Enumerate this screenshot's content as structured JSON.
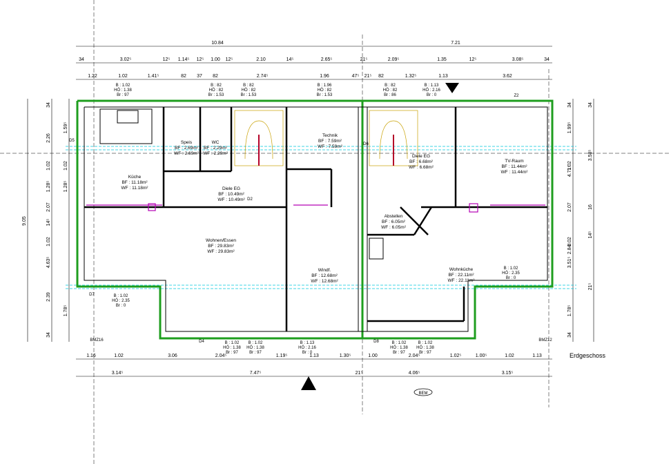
{
  "plan_title": "Erdgeschoss",
  "scale_badge": "BEM",
  "colors": {
    "wall": "#1e9e1e",
    "inner": "#000000",
    "dim": "#000000",
    "aux": "#00c8dc",
    "pipe": "#b400b4",
    "stair": "#c8a000"
  },
  "dims": {
    "top_overall": [
      "10.84",
      "7.21"
    ],
    "top_row2": [
      "34",
      "3.02⁵",
      "12⁵",
      "1.14⁵",
      "12⁵",
      "1.00",
      "12⁵",
      "2.10",
      "14⁵",
      "2.65⁵",
      "21⁵",
      "2.09⁵",
      "1.35",
      "12⁵",
      "3.08⁵",
      "34"
    ],
    "top_row3": [
      "1.22",
      "1.02",
      "1.41⁵",
      "82",
      "37",
      "82",
      "2.74⁵",
      "1.96",
      "47⁵",
      "21⁵",
      "82",
      "1.32⁵",
      "1.13",
      "3.62"
    ],
    "bottom_row1": [
      "1.16",
      "1.02",
      "3.06",
      "2.04⁵",
      "1.19⁵",
      "1.13",
      "1.30⁵",
      "1.00",
      "2.04⁵",
      "1.02⁵",
      "1.00⁵",
      "1.02",
      "1.13"
    ],
    "bottom_row2": [
      "3.14⁵",
      "7.47⁵",
      "21⁵",
      "4.06⁵",
      "3.15⁵"
    ],
    "left_outer": [
      "9.05"
    ],
    "left_inner": [
      "34",
      "2.26",
      "1.02",
      "1.28⁵",
      "2.07",
      "14⁵",
      "1.02",
      "4.63⁵",
      "2.39",
      "34"
    ],
    "left_mid": [
      "1.59⁵",
      "1.02",
      "1.28⁵",
      "1.78⁵"
    ],
    "right_outer": [
      "34",
      "1.99⁵",
      "1.02",
      "4.71⁵",
      "2.07",
      "1.02",
      "2.84⁵",
      "3.51⁵",
      "1.78⁵",
      "34"
    ],
    "right_far": [
      "34",
      "3.58⁵",
      "16",
      "14⁵",
      "21⁵"
    ]
  },
  "rooms": [
    {
      "name": "Küche",
      "bf": "BF :   11.18m²",
      "wf": "WF :  11.18m²"
    },
    {
      "name": "Speis",
      "bf": "BF :   2.69m²",
      "wf": "WF :  2.69m²"
    },
    {
      "name": "WC",
      "bf": "BF :   2.29m²",
      "wf": "WF :  2.29m²"
    },
    {
      "name": "Diele EG",
      "bf": "BF :   10.49m²",
      "wf": "WF :  10.49m²"
    },
    {
      "name": "Technik",
      "bf": "BF :   7.59m²",
      "wf": "WF :  7.59m²"
    },
    {
      "name": "Diele EG",
      "bf": "BF :   6.68m²",
      "wf": "WF :  6.68m²"
    },
    {
      "name": "TV-Raum",
      "bf": "BF :   11.44m²",
      "wf": "WF :  11.44m²"
    },
    {
      "name": "Wohnen/Essen",
      "bf": "BF :   29.83m²",
      "wf": "WF :  29.83m²"
    },
    {
      "name": "Abstellen",
      "bf": "BF :   6.05m²",
      "wf": "WF :  6.05m²"
    },
    {
      "name": "Windf.",
      "bf": "BF :   12.68m²",
      "wf": "WF :  12.68m²"
    },
    {
      "name": "Wohnküche",
      "bf": "BF :   22.11m²",
      "wf": "WF :  22.11m²"
    }
  ],
  "openings": [
    {
      "b": "B :  1.02",
      "h": "HÖ :  1.38",
      "br": "Br :  97"
    },
    {
      "b": "B :  82",
      "h": "HÖ :  82",
      "br": "Br :  1.53"
    },
    {
      "b": "B :  82",
      "h": "HÖ :  82",
      "br": "Br :  1.53"
    },
    {
      "b": "B :  1.96",
      "h": "HÖ :  82",
      "br": "Br :  1.53"
    },
    {
      "b": "B :  82",
      "h": "HÖ :  82",
      "br": "Br :  86"
    },
    {
      "b": "B :  1.13",
      "h": "HÖ :  2.16",
      "br": "Br :  0"
    },
    {
      "b": "B :  1.02",
      "h": "HÖ :  2.35",
      "br": "Br :  0"
    },
    {
      "b": "B :  1.02",
      "h": "HÖ :  1.38",
      "br": "Br :  97"
    },
    {
      "b": "B :  1.02",
      "h": "HÖ :  1.38",
      "br": "Br :  97"
    },
    {
      "b": "B :  1.13",
      "h": "HÖ :  2.16",
      "br": "Br :  0"
    },
    {
      "b": "B :  1.02",
      "h": "HÖ :  1.38",
      "br": "Br :  97"
    },
    {
      "b": "B :  1.02",
      "h": "HÖ :  1.38",
      "br": "Br :  97"
    },
    {
      "b": "B :  1.02",
      "h": "HÖ :  2.35",
      "br": "Br :  0"
    }
  ],
  "markers": {
    "d_labels": [
      "D2",
      "D4",
      "D5",
      "D6",
      "D7",
      "D8"
    ],
    "bm_labels": [
      "BMZ16",
      "BMZ12"
    ],
    "z_label": "Z2"
  }
}
